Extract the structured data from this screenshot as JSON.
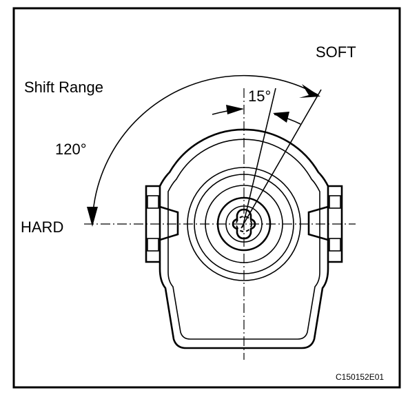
{
  "labels": {
    "soft": "SOFT",
    "shift_range": "Shift Range",
    "angle_large": "120°",
    "angle_small": "15°",
    "hard": "HARD",
    "figure_code": "C150152E01"
  },
  "angles": {
    "shift_range_deg": 120,
    "soft_offset_deg": 15
  },
  "colors": {
    "line": "#000000",
    "background": "#ffffff"
  }
}
